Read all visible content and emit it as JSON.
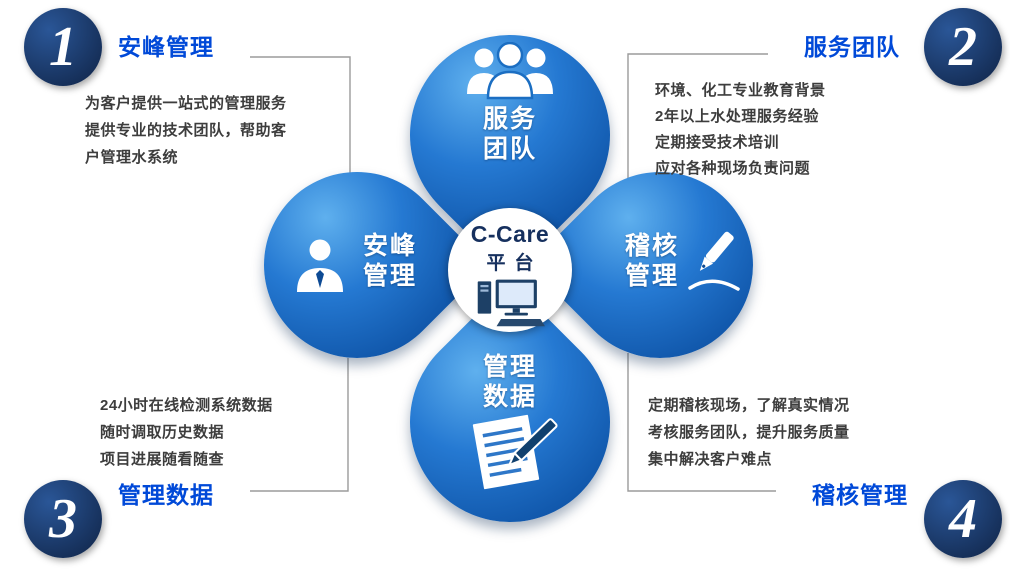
{
  "center": {
    "title": "C-Care",
    "subtitle": "平台",
    "icon": "computer-icon"
  },
  "petals": {
    "top": {
      "line1": "服务",
      "line2": "团队",
      "icon": "team-people-icon"
    },
    "left": {
      "line1": "安峰",
      "line2": "管理",
      "icon": "person-bust-icon"
    },
    "right": {
      "line1": "稽核",
      "line2": "管理",
      "icon": "fountain-pen-icon"
    },
    "bottom": {
      "line1": "管理",
      "line2": "数据",
      "icon": "document-pen-icon"
    }
  },
  "corners": {
    "one": {
      "number": "1",
      "label": "安峰管理",
      "lines": [
        "为客户提供一站式的管理服务",
        "提供专业的技术团队，帮助客",
        "户管理水系统"
      ]
    },
    "two": {
      "number": "2",
      "label": "服务团队",
      "lines": [
        "环境、化工专业教育背景",
        "2年以上水处理服务经验",
        "定期接受技术培训",
        "应对各种现场负责问题"
      ]
    },
    "three": {
      "number": "3",
      "label": "管理数据",
      "lines": [
        "24小时在线检测系统数据",
        "随时调取历史数据",
        "项目进展随看随查"
      ]
    },
    "four": {
      "number": "4",
      "label": "稽核管理",
      "lines": [
        "定期稽核现场，了解真实情况",
        "考核服务团队，提升服务质量",
        "集中解决客户难点"
      ]
    }
  },
  "colors": {
    "petal_light": "#5fb0ee",
    "petal_mid": "#2579d2",
    "petal_dark": "#0a4c9e",
    "corner_circle_light": "#2a5697",
    "corner_circle_dark": "#152e57",
    "label_blue": "#0049d8",
    "body_text": "#3d3d3d",
    "center_navy": "#16305e",
    "connector_gray": "#9b9b9b"
  }
}
